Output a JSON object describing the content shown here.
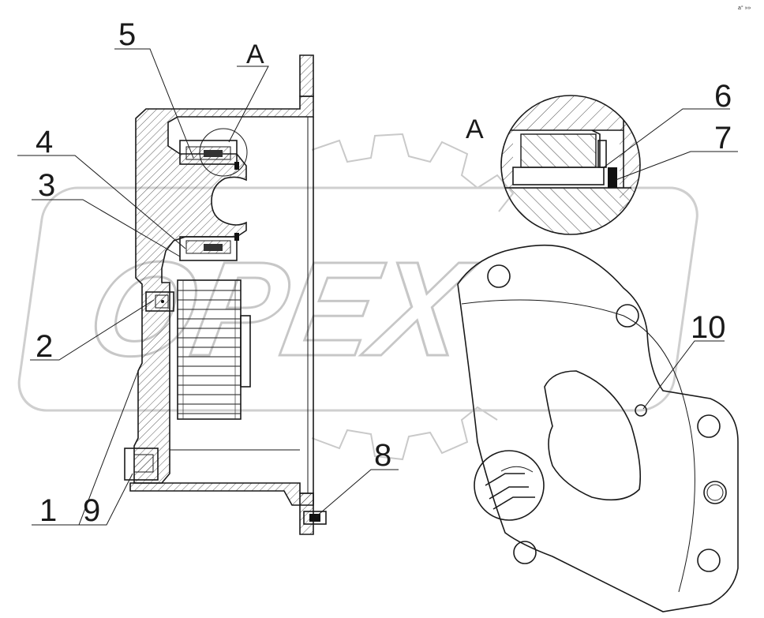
{
  "watermark": {
    "text": "OPEX"
  },
  "corner_mark": "a° »»",
  "callouts": [
    {
      "id": "1",
      "label": "1"
    },
    {
      "id": "2",
      "label": "2"
    },
    {
      "id": "3",
      "label": "3"
    },
    {
      "id": "4",
      "label": "4"
    },
    {
      "id": "5",
      "label": "5"
    },
    {
      "id": "6",
      "label": "6"
    },
    {
      "id": "7",
      "label": "7"
    },
    {
      "id": "8",
      "label": "8"
    },
    {
      "id": "9",
      "label": "9"
    },
    {
      "id": "10",
      "label": "10"
    }
  ],
  "detail": {
    "marker": "A",
    "label": "A"
  },
  "colors": {
    "line": "#1a1a1a",
    "watermark": "#c7c7c7",
    "seal": "#111111"
  }
}
